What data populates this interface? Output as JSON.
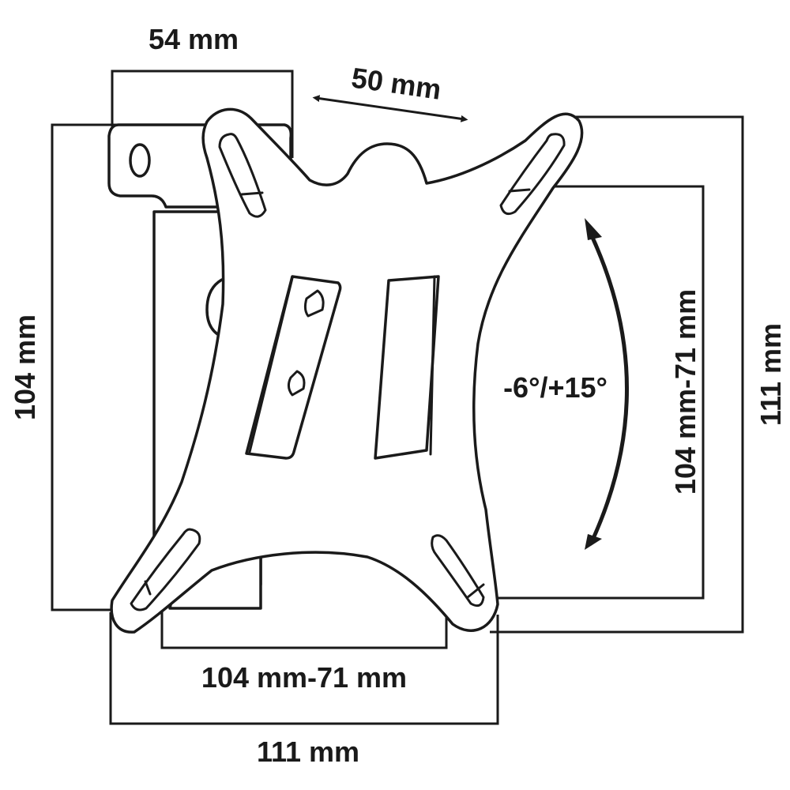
{
  "labels": {
    "depth_54": "54 mm",
    "spacing_50": "50 mm",
    "height_104_left": "104 mm",
    "tilt_range": "-6°/+15°",
    "vesa_vertical": "104 mm-71 mm",
    "height_111_right": "111 mm",
    "vesa_horizontal": "104 mm-71 mm",
    "width_111_bottom": "111 mm"
  }
}
